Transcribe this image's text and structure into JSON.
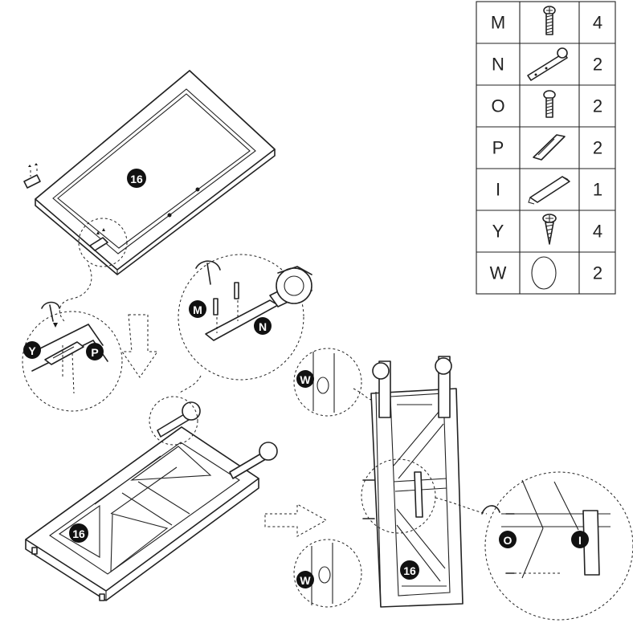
{
  "parts_table": {
    "rows": [
      {
        "letter": "M",
        "icon": "machine-screw-icon",
        "qty": "4"
      },
      {
        "letter": "N",
        "icon": "hanger-strap-icon",
        "qty": "2"
      },
      {
        "letter": "O",
        "icon": "handle-screw-icon",
        "qty": "2"
      },
      {
        "letter": "P",
        "icon": "anti-jump-block-icon",
        "qty": "2"
      },
      {
        "letter": "I",
        "icon": "door-handle-icon",
        "qty": "1"
      },
      {
        "letter": "Y",
        "icon": "wood-screw-icon",
        "qty": "4"
      },
      {
        "letter": "W",
        "icon": "bumper-pad-icon",
        "qty": "2"
      }
    ]
  },
  "callouts": {
    "door_top": "16",
    "door_middle": "16",
    "door_right": "16",
    "detail_y": "Y",
    "detail_p": "P",
    "detail_m": "M",
    "detail_n": "N",
    "detail_w_top": "W",
    "detail_w_bottom": "W",
    "detail_o": "O",
    "detail_i": "I"
  }
}
